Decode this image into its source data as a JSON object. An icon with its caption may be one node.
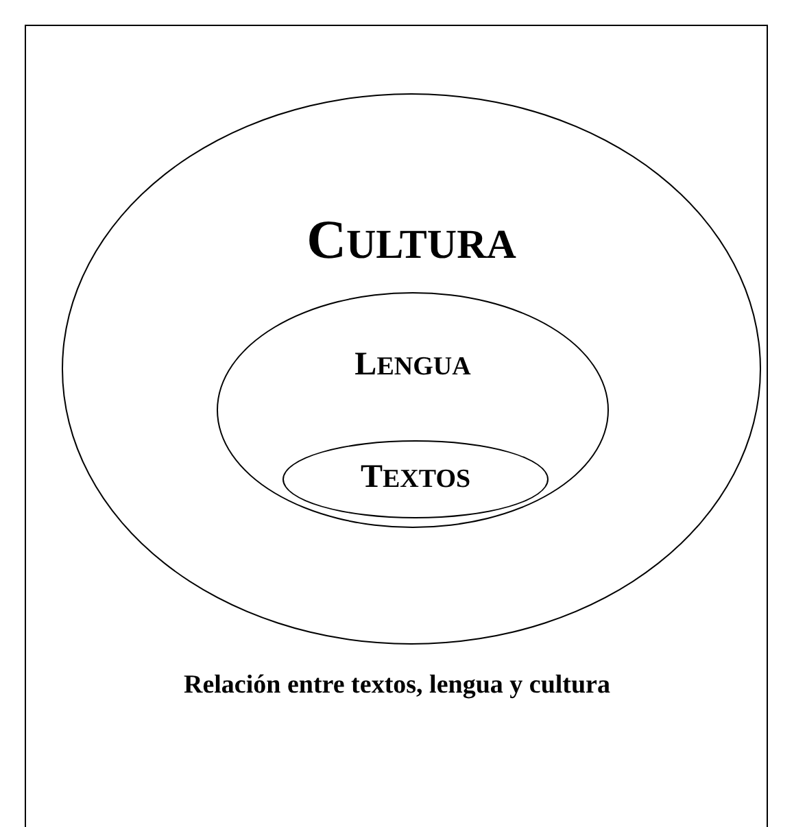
{
  "diagram": {
    "caption": "Relación entre textos, lengua y cultura",
    "nodes": [
      {
        "text": [
          "CULTURA"
        ]
      },
      {
        "text": [
          "LENGUA"
        ],
        "in": 0
      },
      {
        "text": [
          "TEXTOS"
        ],
        "in": 1
      }
    ]
  }
}
